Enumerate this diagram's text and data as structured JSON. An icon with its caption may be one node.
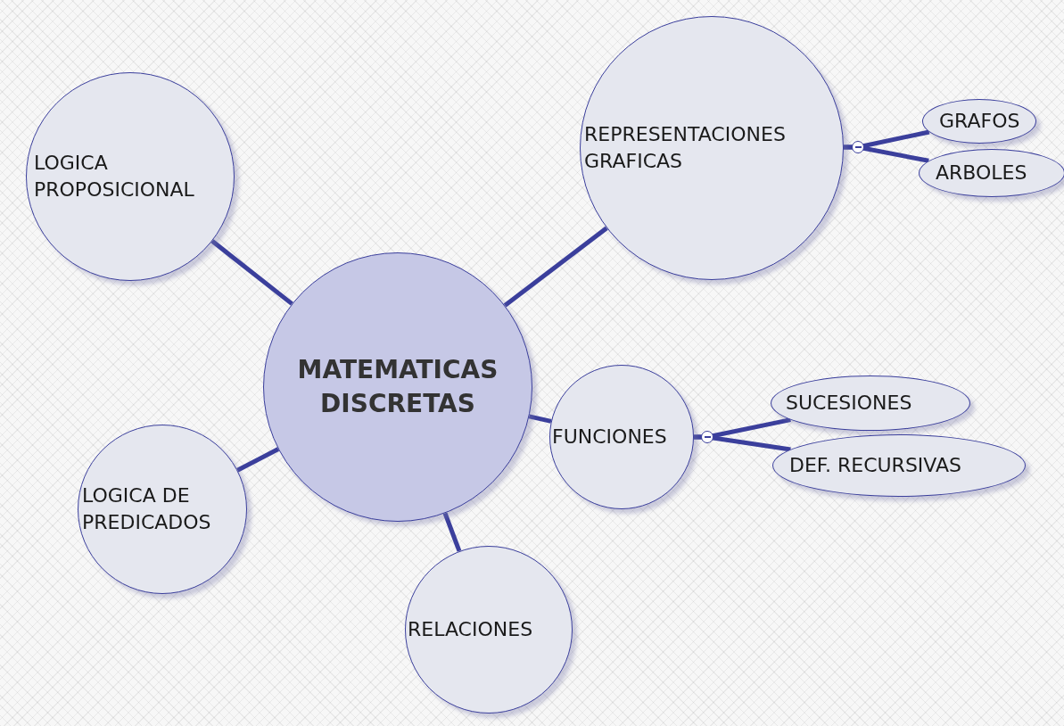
{
  "diagram": {
    "nodes": [
      {
        "text": [
          "MATEMATICAS DISCRETAS"
        ]
      },
      {
        "text": [
          "LOGICA PROPOSICIONAL"
        ]
      },
      {
        "text": [
          "REPRESENTACIONES GRAFICAS"
        ]
      },
      {
        "text": [
          "GRAFOS"
        ]
      },
      {
        "text": [
          "ARBOLES"
        ]
      },
      {
        "text": [
          "FUNCIONES"
        ]
      },
      {
        "text": [
          "SUCESIONES"
        ]
      },
      {
        "text": [
          "DEF. RECURSIVAS"
        ]
      },
      {
        "text": [
          "LOGICA DE PREDICADOS"
        ]
      },
      {
        "text": [
          "RELACIONES"
        ]
      }
    ],
    "edges": [
      {
        "from": 0,
        "to": 1,
        "arrow": "none"
      },
      {
        "from": 0,
        "to": 2,
        "arrow": "none"
      },
      {
        "from": 2,
        "to": 3,
        "arrow": "none"
      },
      {
        "from": 2,
        "to": 4,
        "arrow": "none"
      },
      {
        "from": 0,
        "to": 5,
        "arrow": "none"
      },
      {
        "from": 5,
        "to": 6,
        "arrow": "none"
      },
      {
        "from": 5,
        "to": 7,
        "arrow": "none"
      },
      {
        "from": 0,
        "to": 8,
        "arrow": "none"
      },
      {
        "from": 0,
        "to": 9,
        "arrow": "none"
      }
    ]
  }
}
